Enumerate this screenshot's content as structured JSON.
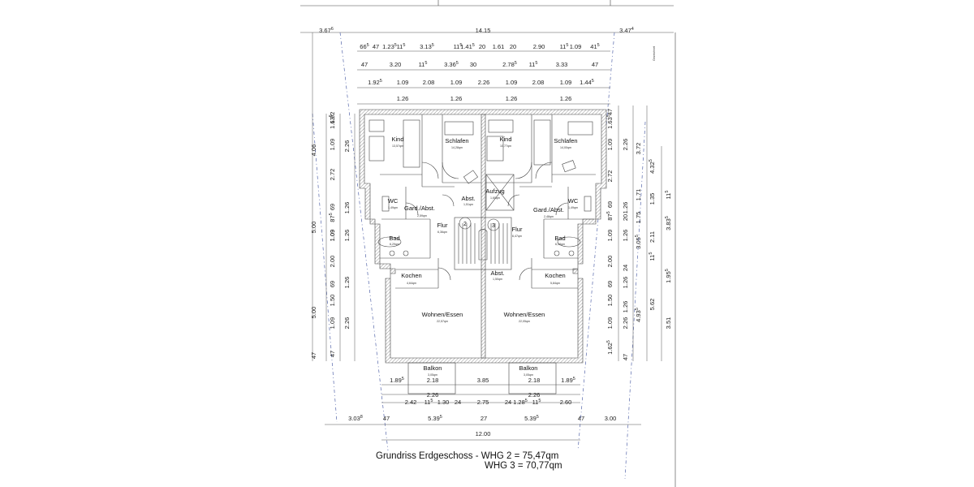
{
  "caption": {
    "line1": "Grundriss Erdgeschoss - WHG 2 = 75,47qm",
    "line2": "WHG 3 = 70,77qm"
  },
  "top_dims": {
    "left": "3.67",
    "left_sup": "6",
    "total": "14.15",
    "right": "3.47",
    "right_sup": "4",
    "row1": [
      {
        "t": "66",
        "s": "5"
      },
      {
        "t": "47",
        "s": ""
      },
      {
        "t": "1.23",
        "s": "5"
      },
      {
        "t": "11",
        "s": "5"
      },
      {
        "t": "3.13",
        "s": "5"
      },
      {
        "t": "11",
        "s": "5"
      },
      {
        "t": "1.41",
        "s": "5"
      },
      {
        "t": "20",
        "s": ""
      },
      {
        "t": "1.61",
        "s": ""
      },
      {
        "t": "20",
        "s": ""
      },
      {
        "t": "2.90",
        "s": ""
      },
      {
        "t": "11",
        "s": "5"
      },
      {
        "t": "1.09",
        "s": ""
      },
      {
        "t": "41",
        "s": "5"
      }
    ],
    "row2": [
      {
        "t": "47",
        "s": ""
      },
      {
        "t": "3.20",
        "s": ""
      },
      {
        "t": "11",
        "s": "5"
      },
      {
        "t": "3.36",
        "s": "5"
      },
      {
        "t": "30",
        "s": ""
      },
      {
        "t": "2.78",
        "s": "5"
      },
      {
        "t": "11",
        "s": "5"
      },
      {
        "t": "3.33",
        "s": ""
      },
      {
        "t": "47",
        "s": ""
      }
    ],
    "row3": [
      {
        "t": "1.92",
        "s": "5"
      },
      {
        "t": "1.09",
        "s": ""
      },
      {
        "t": "2.08",
        "s": ""
      },
      {
        "t": "1.09",
        "s": ""
      },
      {
        "t": "2.26",
        "s": ""
      },
      {
        "t": "1.09",
        "s": ""
      },
      {
        "t": "2.08",
        "s": ""
      },
      {
        "t": "1.09",
        "s": ""
      },
      {
        "t": "1.44",
        "s": "5"
      }
    ],
    "row4": [
      "1.26",
      "1.26",
      "1.26",
      "1.26"
    ]
  },
  "left_dims": {
    "outer": [
      "4.06",
      "5.00",
      "5.00"
    ],
    "mid": [
      "2.72",
      "1.09",
      "1.50",
      "1.09",
      "47",
      "1.92"
    ],
    "inner": [
      {
        "t": "1.63",
        "s": "5"
      },
      {
        "t": "1.09",
        "s": ""
      },
      {
        "t": "69",
        "s": ""
      },
      {
        "t": "87",
        "s": "5"
      },
      {
        "t": "1.09",
        "s": ""
      },
      {
        "t": "2.00",
        "s": ""
      },
      {
        "t": "69",
        "s": ""
      }
    ],
    "inner2": [
      "2.26",
      "1.26",
      "1.26",
      "1.26",
      "2.26"
    ],
    "mark": "47"
  },
  "right_dims": {
    "c1": [
      {
        "t": "47",
        "s": ""
      },
      {
        "t": "1.63",
        "s": "5"
      },
      {
        "t": "1.09",
        "s": ""
      },
      {
        "t": "2.72",
        "s": ""
      },
      {
        "t": "69",
        "s": ""
      },
      {
        "t": "87",
        "s": "5"
      },
      {
        "t": "1.09",
        "s": ""
      },
      {
        "t": "2.00",
        "s": ""
      },
      {
        "t": "69",
        "s": ""
      },
      {
        "t": "1.50",
        "s": ""
      },
      {
        "t": "1.09",
        "s": ""
      },
      {
        "t": "1.62",
        "s": "5"
      }
    ],
    "c2": [
      "2.26",
      "1.26",
      "20",
      "1.26",
      "1.26",
      "24",
      "1.26",
      "2.26",
      "47"
    ],
    "c3": [
      {
        "t": "3.72",
        "s": ""
      },
      {
        "t": "1.71",
        "s": ""
      },
      {
        "t": "1.75",
        "s": ""
      },
      {
        "t": "3.05",
        "s": "5"
      },
      {
        "t": "4.93",
        "s": "5"
      }
    ],
    "c4": [
      {
        "t": "4.32",
        "s": "5"
      },
      {
        "t": "1.35",
        "s": ""
      },
      {
        "t": "2.11",
        "s": ""
      },
      {
        "t": "11",
        "s": "5"
      },
      {
        "t": "5.62",
        "s": ""
      }
    ],
    "c5": [
      {
        "t": "11",
        "s": "5"
      },
      {
        "t": "3.83",
        "s": "5"
      },
      {
        "t": "1.95",
        "s": "5"
      },
      {
        "t": "3.51",
        "s": ""
      }
    ]
  },
  "bottom_dims": {
    "balcony_row": [
      "1.89",
      "2.18",
      "3.85",
      "2.18",
      "1.89"
    ],
    "balcony_row_sup": [
      "5",
      "",
      "",
      "",
      "5"
    ],
    "row_226": [
      "2.26",
      "2.26"
    ],
    "row1": [
      {
        "t": "2.42",
        "s": ""
      },
      {
        "t": "11",
        "s": "5"
      },
      {
        "t": "1.30",
        "s": ""
      },
      {
        "t": "24",
        "s": ""
      },
      {
        "t": "2.75",
        "s": ""
      },
      {
        "t": "24",
        "s": ""
      },
      {
        "t": "1.28",
        "s": "5"
      },
      {
        "t": "11",
        "s": "5"
      },
      {
        "t": "2.60",
        "s": ""
      }
    ],
    "row2": [
      {
        "t": "3.03",
        "s": "8"
      },
      {
        "t": "47",
        "s": ""
      },
      {
        "t": "5.39",
        "s": "5"
      },
      {
        "t": "27",
        "s": ""
      },
      {
        "t": "5.39",
        "s": "5"
      },
      {
        "t": "47",
        "s": ""
      },
      {
        "t": "3.00",
        "s": ""
      }
    ],
    "total": "12.00"
  },
  "rooms": [
    {
      "name": "Kind",
      "area": "13,57qm"
    },
    {
      "name": "Schlafen",
      "area": "14,28qm"
    },
    {
      "name": "Kind",
      "area": "10,77qm"
    },
    {
      "name": "Schlafen",
      "area": "14,00qm"
    },
    {
      "name": "WC",
      "area": "1,49qm"
    },
    {
      "name": "Gard./Abst.",
      "area": "2,59qm"
    },
    {
      "name": "Abst.",
      "area": "1,51qm"
    },
    {
      "name": "Aufzug",
      "area": "1,60qm"
    },
    {
      "name": "Gard./Abst.",
      "area": "2,48qm"
    },
    {
      "name": "WC",
      "area": "1,49qm"
    },
    {
      "name": "Flur",
      "area": "6,36qm"
    },
    {
      "name": "Flur",
      "area": "6,47qm"
    },
    {
      "name": "Bad",
      "area": "6,29qm"
    },
    {
      "name": "Bad",
      "area": "6,18qm"
    },
    {
      "name": "Abst.",
      "area": "1,50qm"
    },
    {
      "name": "Kochen",
      "area": "4,64qm"
    },
    {
      "name": "Kochen",
      "area": "5,84qm"
    },
    {
      "name": "Wohnen/Essen",
      "area": "22,57qm"
    },
    {
      "name": "Wohnen/Essen",
      "area": "22,05qm"
    },
    {
      "name": "Balkon",
      "area": "3,05qm"
    },
    {
      "name": "Balkon",
      "area": "3,05qm"
    }
  ],
  "apartments": [
    "2",
    "3"
  ],
  "stamp": "Gezeichnet"
}
